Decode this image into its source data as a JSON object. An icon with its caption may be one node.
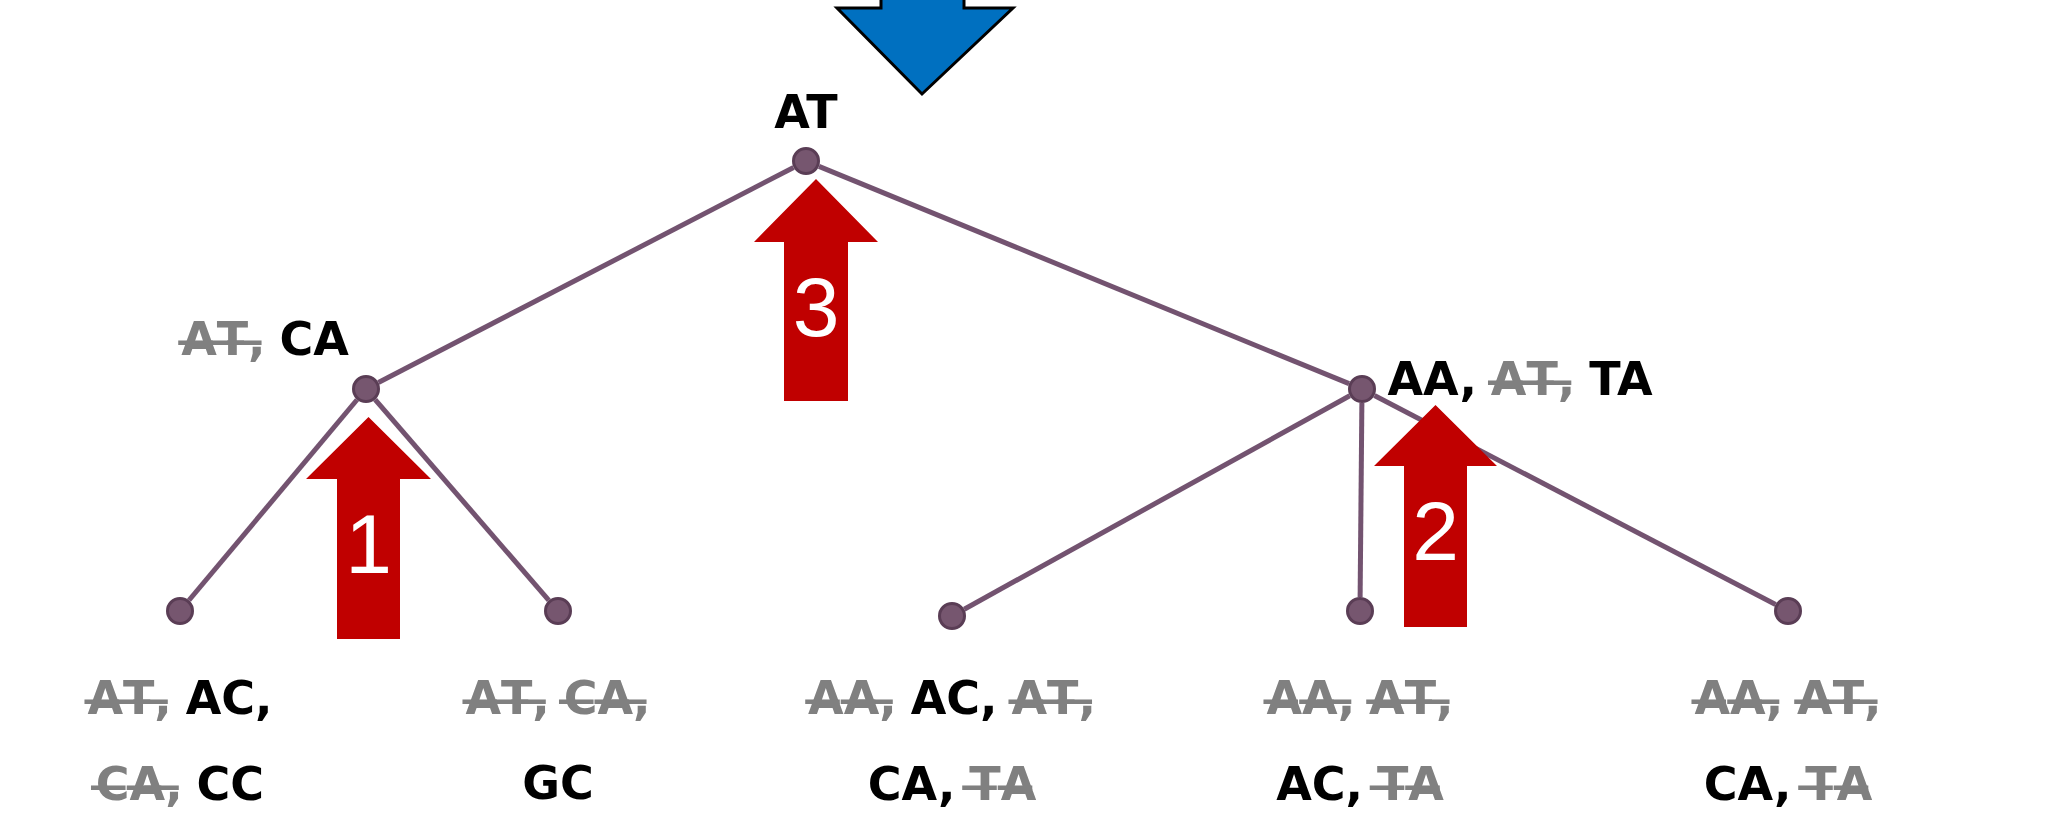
{
  "diagram": {
    "nodes": [
      {
        "text": [],
        "shape": "circle",
        "beside": [
          "AT"
        ]
      },
      {
        "text": [],
        "shape": "circle",
        "beside": [
          "A̶T̶,̶",
          "CA"
        ]
      },
      {
        "text": [],
        "shape": "circle",
        "beside": [
          "AA,",
          "A̶T̶,̶",
          "TA"
        ]
      },
      {
        "text": [],
        "shape": "circle",
        "beside": [
          "A̶T̶,̶",
          "AC,",
          "C̶A̶,̶",
          "CC"
        ]
      },
      {
        "text": [],
        "shape": "circle",
        "beside": [
          "A̶T̶,̶",
          "C̶A̶,̶",
          "GC"
        ]
      },
      {
        "text": [],
        "shape": "circle",
        "beside": [
          "A̶A̶,̶",
          "AC,",
          "A̶T̶,̶",
          "CA,",
          "T̶A̶"
        ]
      },
      {
        "text": [],
        "shape": "circle",
        "beside": [
          "A̶A̶,̶",
          "A̶T̶,̶",
          "AC,",
          "T̶A̶"
        ]
      },
      {
        "text": [],
        "shape": "circle",
        "beside": [
          "A̶A̶,̶",
          "A̶T̶,̶",
          "CA,",
          "T̶A̶"
        ]
      }
    ],
    "edges": [
      {
        "from": 0,
        "to": 1,
        "arrow": "none"
      },
      {
        "from": 0,
        "to": 2,
        "arrow": "none"
      },
      {
        "from": 1,
        "to": 3,
        "arrow": "none"
      },
      {
        "from": 1,
        "to": 4,
        "arrow": "none"
      },
      {
        "from": 2,
        "to": 5,
        "arrow": "none"
      },
      {
        "from": 2,
        "to": 6,
        "arrow": "none"
      },
      {
        "from": 2,
        "to": 7,
        "arrow": "none"
      }
    ],
    "labels": [
      "3",
      "2",
      "1"
    ]
  }
}
